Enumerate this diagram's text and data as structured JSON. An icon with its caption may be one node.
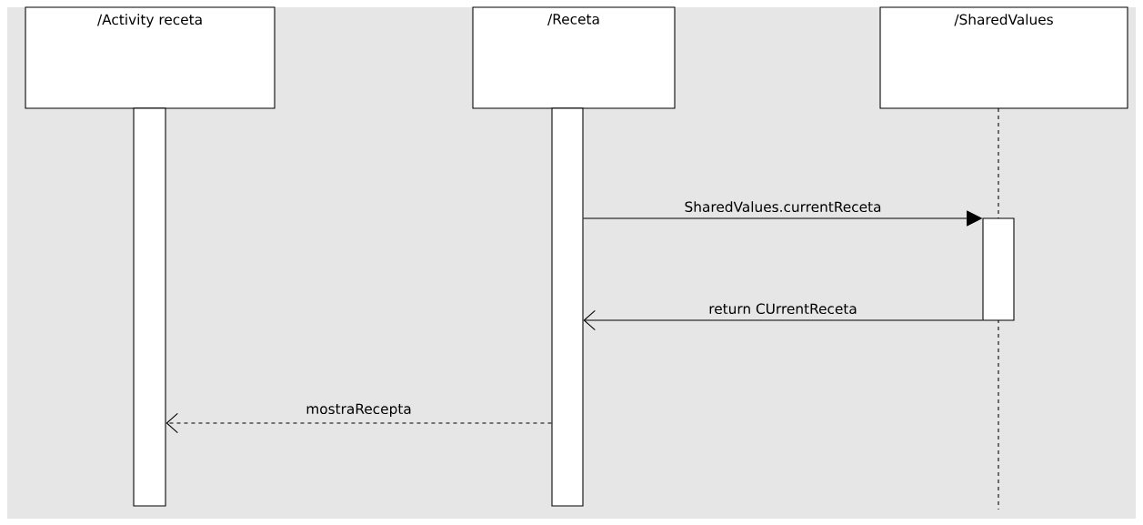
{
  "diagram": {
    "nodes": [
      {
        "text": [
          "/Activity receta"
        ]
      },
      {
        "text": [
          "/Receta"
        ]
      },
      {
        "text": [
          "/SharedValues"
        ]
      },
      {
        "text": [],
        "shape": "bar"
      },
      {
        "text": [],
        "shape": "bar"
      },
      {
        "text": [],
        "shape": "bar"
      }
    ],
    "edges": [
      {
        "from": 4,
        "to": 5,
        "arrow": "to",
        "label": "SharedValues.currentReceta"
      },
      {
        "from": 5,
        "to": 4,
        "arrow": "to",
        "label": "return CUrrentReceta"
      },
      {
        "from": 4,
        "to": 3,
        "arrow": "to",
        "label": "mostraRecepta",
        "style": "dashed"
      }
    ]
  }
}
